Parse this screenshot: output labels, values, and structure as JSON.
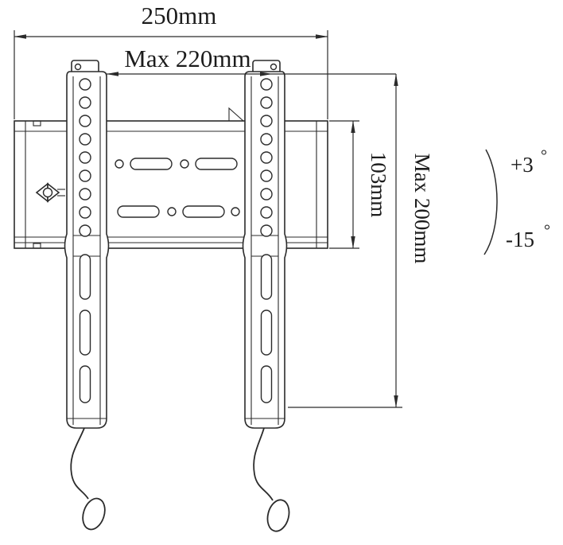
{
  "diagram": {
    "subject": "tilting-tv-wall-mount-dimension-drawing",
    "dimensions": {
      "overall_width": "250mm",
      "max_mount_width": "Max 220mm",
      "plate_height": "103mm",
      "max_mount_height": "Max 200mm"
    },
    "tilt": {
      "up_value": "+3",
      "down_value": "-15",
      "degree_symbol": "°"
    },
    "colors": {
      "line": "#2b2b2b",
      "text": "#1c1c1c",
      "background": "#ffffff"
    }
  }
}
